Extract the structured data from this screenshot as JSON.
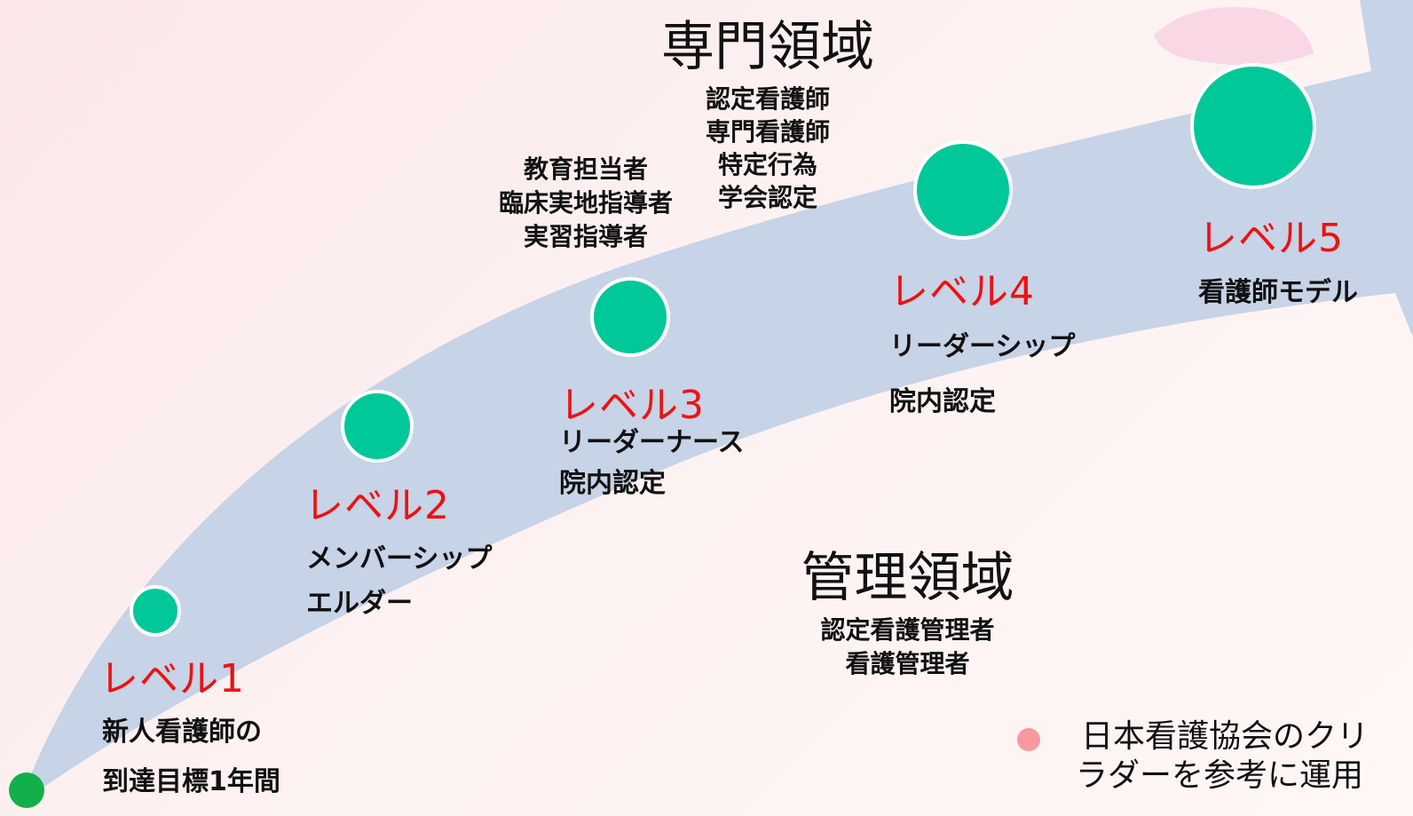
{
  "levels": [
    {
      "label": "レベル1",
      "lines": [
        "新人看護師の",
        "到達目標1年間"
      ]
    },
    {
      "label": "レベル2",
      "lines": [
        "メンバーシップ",
        "エルダー"
      ]
    },
    {
      "label": "レベル3",
      "lines": [
        "リーダーナース",
        "院内認定"
      ]
    },
    {
      "label": "レベル4",
      "lines": [
        "リーダーシップ",
        "院内認定"
      ]
    },
    {
      "label": "レベル5",
      "lines": [
        "看護師モデル"
      ]
    }
  ],
  "education_roles": [
    "教育担当者",
    "臨床実地指導者",
    "実習指導者"
  ],
  "specialty": {
    "title": "専門領域",
    "items": [
      "認定看護師",
      "専門看護師",
      "特定行為",
      "学会認定"
    ]
  },
  "management": {
    "title": "管理領域",
    "items": [
      "認定看護管理者",
      "看護管理者"
    ]
  },
  "note": {
    "lines": [
      "日本看護協会のクリ",
      "ラダーを参考に運用"
    ]
  },
  "colors": {
    "circle": "#00c898",
    "level_text": "#ee1111",
    "arrow": "#c7d3e6",
    "bullet": "#f59a9e",
    "start_dot": "#12b04a"
  }
}
